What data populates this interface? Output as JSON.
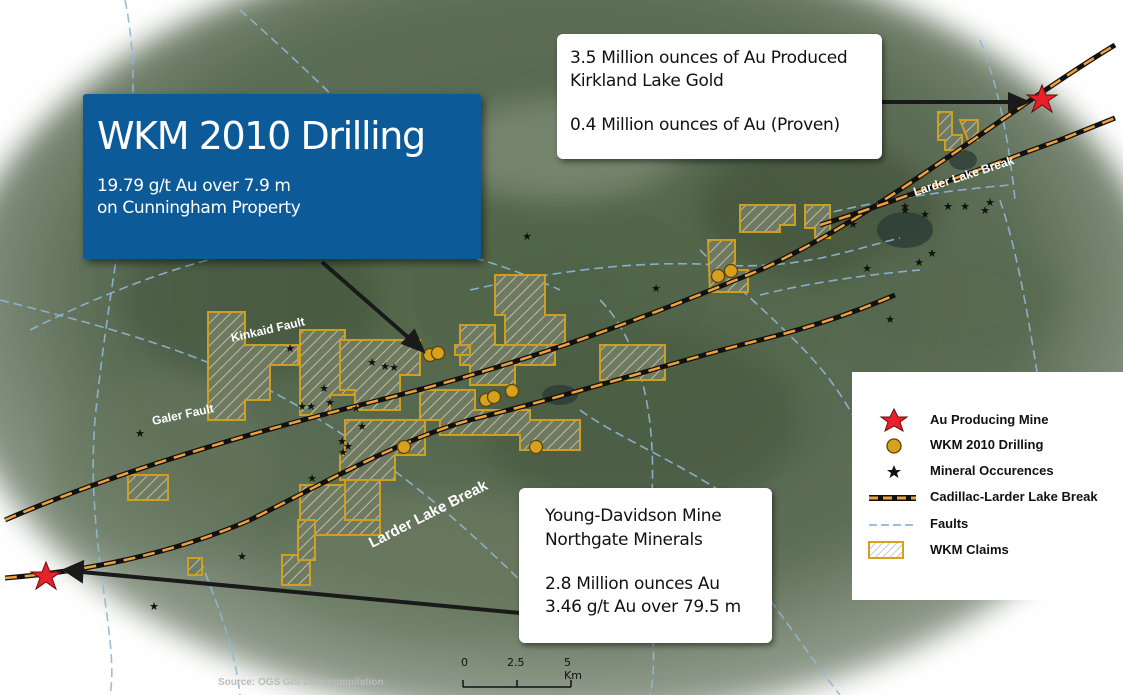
{
  "callouts": {
    "kirkland": {
      "line1": "3.5 Million ounces of Au Produced",
      "line2": "Kirkland Lake Gold",
      "line3": "0.4 Million ounces of Au (Proven)"
    },
    "wkm": {
      "title": "WKM 2010 Drilling",
      "line1": "19.79 g/t Au over 7.9 m",
      "line2": "on Cunningham Property"
    },
    "young": {
      "line1": "Young-Davidson Mine",
      "line2": "Northgate Minerals",
      "line3": "2.8 Million ounces Au",
      "line4": "3.46 g/t Au over 79.5 m"
    }
  },
  "map_labels": {
    "kinkaid_fault": "Kinkaid Fault",
    "galer_fault": "Galer Fault",
    "larder_lake_break_main": "Larder Lake Break",
    "larder_lake_break_ne": "Larder Lake Break"
  },
  "legend": {
    "items": [
      {
        "label": "Au Producing Mine",
        "icon": "red-star-icon"
      },
      {
        "label": "WKM 2010 Drilling",
        "icon": "gold-circle-icon"
      },
      {
        "label": "Mineral Occurences",
        "icon": "black-star-icon"
      },
      {
        "label": "Cadillac-Larder Lake Break",
        "icon": "orange-black-dashed-line-icon"
      },
      {
        "label": "Faults",
        "icon": "blue-dashed-line-icon"
      },
      {
        "label": "WKM Claims",
        "icon": "hatched-box-icon"
      }
    ]
  },
  "scale_bar": {
    "tick0": "0",
    "tick1": "2.5",
    "tick2": "5 Km"
  },
  "source": "Source: OGS GIS Data compilation",
  "colors": {
    "claim_outline": "#d6a21c",
    "break_orange": "#f2a03a",
    "fault_blue": "#8fb7d6",
    "mine_star": "#e8202a",
    "drill_circle": "#d6a21c",
    "wkm_box": "#0d5a99"
  }
}
